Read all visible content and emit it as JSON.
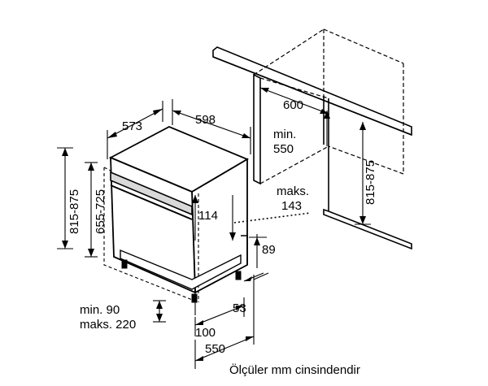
{
  "labels": {
    "d573": "573",
    "d598": "598",
    "d600": "600",
    "d_min": "min.",
    "d550_top": "550",
    "d815_875_right": "815-875",
    "d_maks": "maks.",
    "d143": "143",
    "d114": "114",
    "d89": "89",
    "d815_875_left": "815-875",
    "d655_725": "655-725",
    "d_min90": "min. 90",
    "d_maks220": "maks. 220",
    "d53": "53",
    "d100": "100",
    "d550_bottom": "550"
  },
  "caption": "Ölçüler mm cinsindendir"
}
